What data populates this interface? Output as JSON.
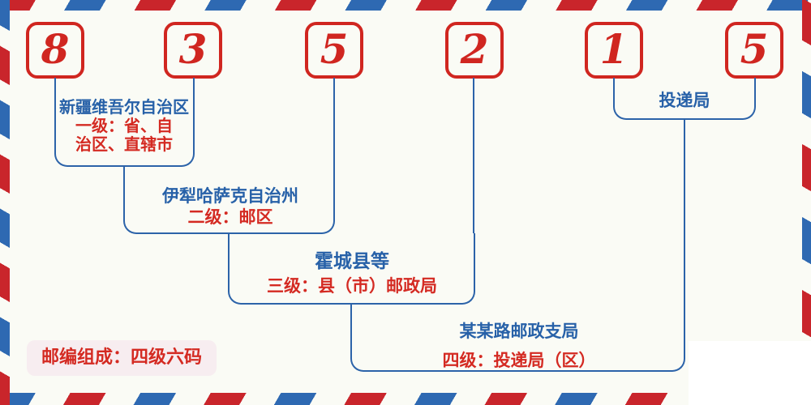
{
  "postal_code": {
    "digits": [
      "8",
      "3",
      "5",
      "2",
      "1",
      "5"
    ]
  },
  "annotations": {
    "level1": {
      "name": "新疆维吾尔自治区",
      "desc_line1": "一级：省、自",
      "desc_line2": "治区、直辖市"
    },
    "level2": {
      "name": "伊犁哈萨克自治州",
      "desc": "二级：邮区"
    },
    "level3": {
      "name": "霍城县等",
      "desc": "三级：县（市）邮政局"
    },
    "level4": {
      "name": "某某路邮政支局",
      "desc": "四级：投递局（区）"
    },
    "delivery": {
      "name": "投递局"
    }
  },
  "badge": {
    "label": "邮编组成：四级六码"
  },
  "colors": {
    "digit_red": "#d02620",
    "line_blue": "#2c63a9",
    "text_blue": "#2761a8",
    "text_red": "#d42a22",
    "stripe_red": "#c9252b",
    "stripe_blue": "#2e69b2",
    "background": "#fafbf5",
    "badge_background": "#f7edf0"
  }
}
